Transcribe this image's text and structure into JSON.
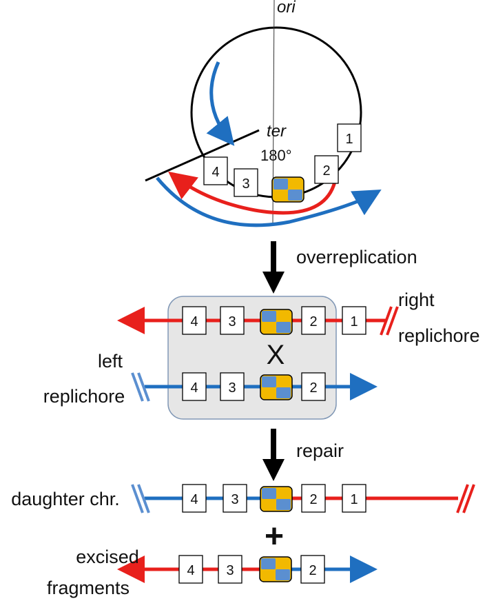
{
  "labels": {
    "ori": "ori",
    "ter": "ter",
    "angle": "180°",
    "overreplication": "overreplication",
    "right_replichore_1": "right",
    "right_replichore_2": "replichore",
    "left_replichore_1": "left",
    "left_replichore_2": "replichore",
    "cross": "X",
    "repair": "repair",
    "daughter": "daughter chr.",
    "plus": "+",
    "excised_1": "excised",
    "excised_2": "fragments"
  },
  "markers": {
    "m1": "1",
    "m2": "2",
    "m3": "3",
    "m4": "4"
  },
  "colors": {
    "blue": "#1f6fc0",
    "red": "#e8201c",
    "light_blue": "#5b8fd0",
    "yellow": "#f2b900",
    "box_fill": "#e6e6e6",
    "box_stroke": "#8097b5"
  }
}
